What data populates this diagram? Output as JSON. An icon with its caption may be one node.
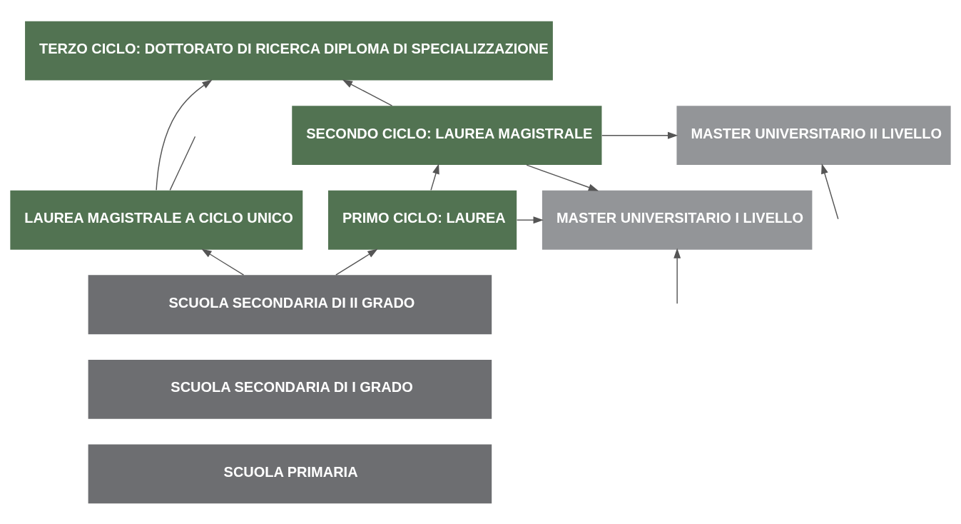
{
  "diagram": {
    "nodes": [
      {
        "text": [
          "TERZO CICLO: DOTTORATO DI RICERCA DIPLOMA DI SPECIALIZZAZIONE"
        ]
      },
      {
        "text": [
          "LAUREA MAGISTRALE A CICLO UNICO"
        ]
      },
      {
        "text": [
          "SECONDO CICLO: LAUREA MAGISTRALE"
        ]
      },
      {
        "text": [
          "MASTER UNIVERSITARIO II LIVELLO"
        ]
      },
      {
        "text": [
          "PRIMO CICLO: LAUREA"
        ]
      },
      {
        "text": [
          "MASTER UNIVERSITARIO I LIVELLO"
        ]
      },
      {
        "text": [
          "SCUOLA SECONDARIA DI II GRADO"
        ]
      },
      {
        "text": [
          "SCUOLA SECONDARIA DI I GRADO"
        ]
      },
      {
        "text": [
          "SCUOLA PRIMARIA"
        ]
      }
    ],
    "edges": [
      {
        "from": 1,
        "to": 0,
        "arrow": "to"
      },
      {
        "from": 2,
        "to": 0,
        "arrow": "to"
      },
      {
        "from": 2,
        "to": 3,
        "arrow": "to"
      },
      {
        "from": 2,
        "to": 5,
        "arrow": "to"
      },
      {
        "from": 4,
        "to": 2,
        "arrow": "to"
      },
      {
        "from": 4,
        "to": 5,
        "arrow": "to"
      },
      {
        "from": null,
        "to": 3,
        "arrow": "to"
      },
      {
        "from": null,
        "to": 5,
        "arrow": "to"
      },
      {
        "from": 6,
        "to": 1,
        "arrow": "to"
      },
      {
        "from": 6,
        "to": 4,
        "arrow": "to"
      },
      {
        "from": 1,
        "to": null,
        "arrow": "none"
      }
    ]
  }
}
